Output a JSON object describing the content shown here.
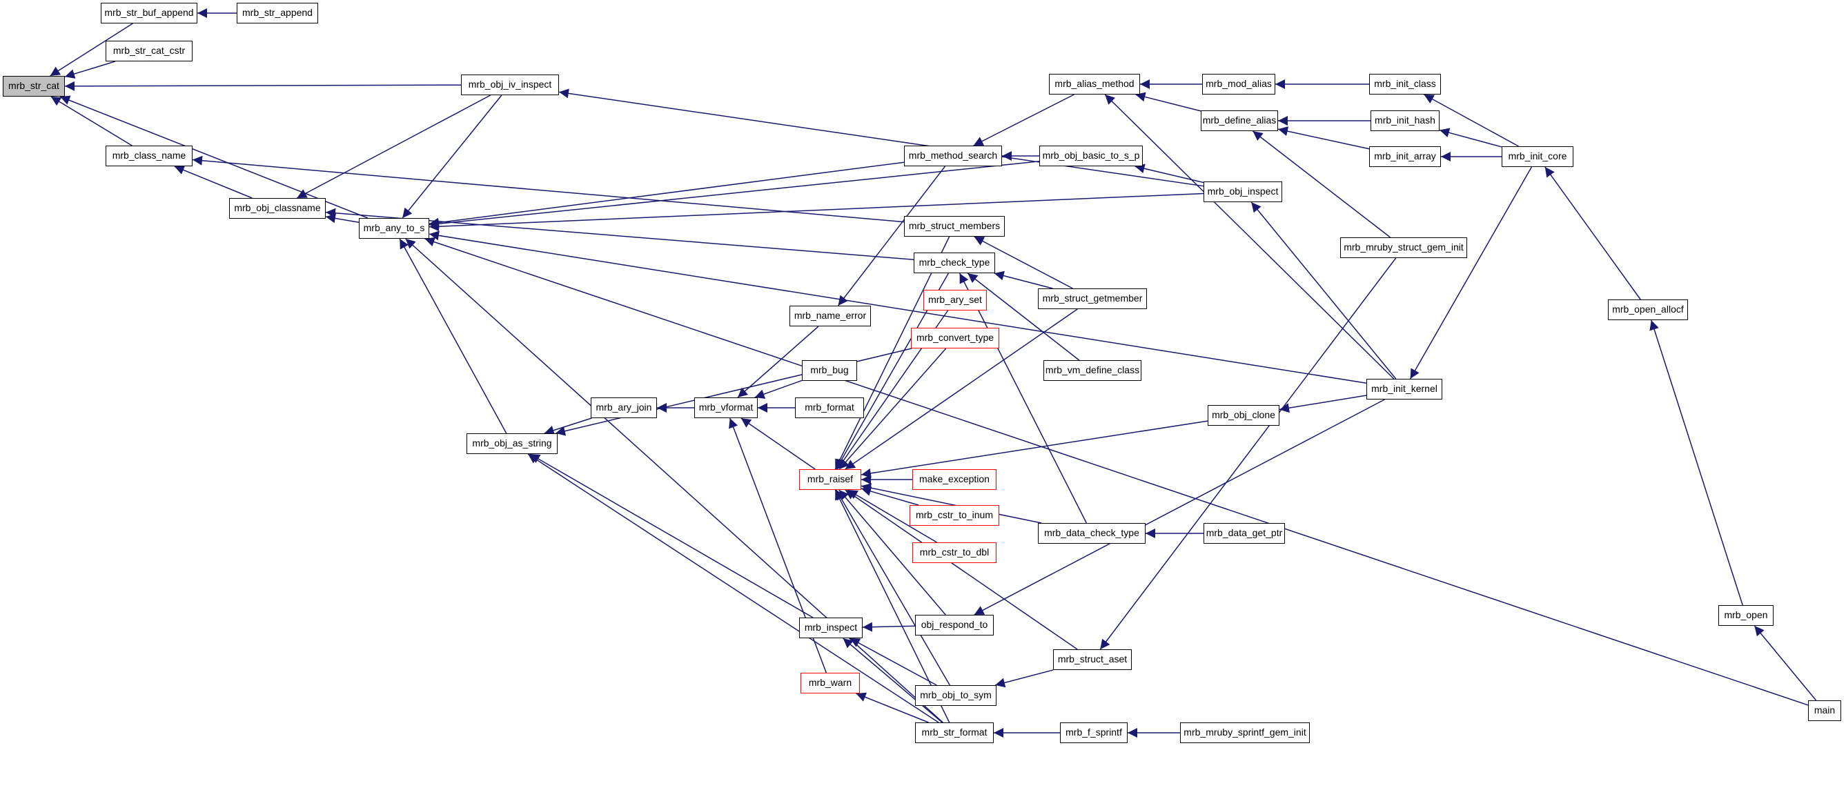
{
  "colors": {
    "edge": "#191970",
    "node_border": "#000000",
    "truncated_border": "#ff0000",
    "focus_fill": "#bfbfbf"
  },
  "nodes": {
    "mrb_str_cat": "mrb_str_cat",
    "mrb_str_buf_append": "mrb_str_buf_append",
    "mrb_str_append": "mrb_str_append",
    "mrb_str_cat_cstr": "mrb_str_cat_cstr",
    "mrb_class_name": "mrb_class_name",
    "mrb_obj_classname": "mrb_obj_classname",
    "mrb_any_to_s": "mrb_any_to_s",
    "mrb_obj_iv_inspect": "mrb_obj_iv_inspect",
    "mrb_obj_as_string": "mrb_obj_as_string",
    "mrb_ary_join": "mrb_ary_join",
    "mrb_vformat": "mrb_vformat",
    "mrb_bug": "mrb_bug",
    "mrb_format": "mrb_format",
    "mrb_raisef": "mrb_raisef",
    "mrb_name_error": "mrb_name_error",
    "mrb_inspect": "mrb_inspect",
    "mrb_warn": "mrb_warn",
    "mrb_method_search": "mrb_method_search",
    "mrb_struct_members": "mrb_struct_members",
    "mrb_check_type": "mrb_check_type",
    "mrb_ary_set": "mrb_ary_set",
    "mrb_convert_type": "mrb_convert_type",
    "make_exception": "make_exception",
    "mrb_cstr_to_inum": "mrb_cstr_to_inum",
    "mrb_cstr_to_dbl": "mrb_cstr_to_dbl",
    "obj_respond_to": "obj_respond_to",
    "mrb_obj_to_sym": "mrb_obj_to_sym",
    "mrb_str_format": "mrb_str_format",
    "mrb_obj_basic_to_s_p": "mrb_obj_basic_to_s_p",
    "mrb_alias_method": "mrb_alias_method",
    "mrb_struct_getmember": "mrb_struct_getmember",
    "mrb_vm_define_class": "mrb_vm_define_class",
    "mrb_data_check_type": "mrb_data_check_type",
    "mrb_struct_aset": "mrb_struct_aset",
    "mrb_f_sprintf": "mrb_f_sprintf",
    "mrb_mod_alias": "mrb_mod_alias",
    "mrb_define_alias": "mrb_define_alias",
    "mrb_obj_inspect": "mrb_obj_inspect",
    "mrb_obj_clone": "mrb_obj_clone",
    "mrb_data_get_ptr": "mrb_data_get_ptr",
    "mrb_mruby_sprintf_gem_init": "mrb_mruby_sprintf_gem_init",
    "mrb_init_class": "mrb_init_class",
    "mrb_init_hash": "mrb_init_hash",
    "mrb_init_array": "mrb_init_array",
    "mrb_mruby_struct_gem_init": "mrb_mruby_struct_gem_init",
    "mrb_init_kernel": "mrb_init_kernel",
    "mrb_init_core": "mrb_init_core",
    "mrb_open_allocf": "mrb_open_allocf",
    "mrb_open": "mrb_open",
    "main": "main"
  },
  "edges": [
    [
      "mrb_str_buf_append",
      "mrb_str_cat"
    ],
    [
      "mrb_str_append",
      "mrb_str_buf_append"
    ],
    [
      "mrb_str_cat_cstr",
      "mrb_str_cat"
    ],
    [
      "mrb_obj_iv_inspect",
      "mrb_str_cat"
    ],
    [
      "mrb_class_name",
      "mrb_str_cat"
    ],
    [
      "mrb_any_to_s",
      "mrb_str_cat"
    ],
    [
      "mrb_obj_classname",
      "mrb_class_name"
    ],
    [
      "mrb_struct_members",
      "mrb_class_name"
    ],
    [
      "mrb_any_to_s",
      "mrb_obj_classname"
    ],
    [
      "mrb_obj_iv_inspect",
      "mrb_obj_classname"
    ],
    [
      "mrb_check_type",
      "mrb_obj_classname"
    ],
    [
      "mrb_obj_iv_inspect",
      "mrb_any_to_s"
    ],
    [
      "mrb_obj_as_string",
      "mrb_any_to_s"
    ],
    [
      "mrb_method_search",
      "mrb_any_to_s"
    ],
    [
      "mrb_obj_basic_to_s_p",
      "mrb_any_to_s"
    ],
    [
      "mrb_obj_inspect",
      "mrb_any_to_s"
    ],
    [
      "mrb_str_format",
      "mrb_any_to_s"
    ],
    [
      "mrb_init_kernel",
      "mrb_any_to_s"
    ],
    [
      "main",
      "mrb_any_to_s"
    ],
    [
      "mrb_obj_inspect",
      "mrb_obj_iv_inspect"
    ],
    [
      "mrb_ary_join",
      "mrb_obj_as_string"
    ],
    [
      "mrb_convert_type",
      "mrb_obj_as_string"
    ],
    [
      "mrb_inspect",
      "mrb_obj_as_string"
    ],
    [
      "mrb_str_format",
      "mrb_obj_as_string"
    ],
    [
      "mrb_vformat",
      "mrb_ary_join"
    ],
    [
      "mrb_bug",
      "mrb_vformat"
    ],
    [
      "mrb_format",
      "mrb_vformat"
    ],
    [
      "mrb_name_error",
      "mrb_vformat"
    ],
    [
      "mrb_raisef",
      "mrb_vformat"
    ],
    [
      "mrb_warn",
      "mrb_vformat"
    ],
    [
      "mrb_method_search",
      "mrb_name_error"
    ],
    [
      "mrb_check_type",
      "mrb_raisef"
    ],
    [
      "mrb_struct_members",
      "mrb_raisef"
    ],
    [
      "mrb_ary_set",
      "mrb_raisef"
    ],
    [
      "mrb_convert_type",
      "mrb_raisef"
    ],
    [
      "mrb_struct_getmember",
      "mrb_raisef"
    ],
    [
      "mrb_obj_clone",
      "mrb_raisef"
    ],
    [
      "make_exception",
      "mrb_raisef"
    ],
    [
      "mrb_cstr_to_inum",
      "mrb_raisef"
    ],
    [
      "mrb_cstr_to_dbl",
      "mrb_raisef"
    ],
    [
      "mrb_data_check_type",
      "mrb_raisef"
    ],
    [
      "obj_respond_to",
      "mrb_raisef"
    ],
    [
      "mrb_struct_aset",
      "mrb_raisef"
    ],
    [
      "mrb_obj_to_sym",
      "mrb_raisef"
    ],
    [
      "mrb_str_format",
      "mrb_raisef"
    ],
    [
      "obj_respond_to",
      "mrb_inspect"
    ],
    [
      "mrb_obj_to_sym",
      "mrb_inspect"
    ],
    [
      "mrb_str_format",
      "mrb_inspect"
    ],
    [
      "mrb_str_format",
      "mrb_warn"
    ],
    [
      "mrb_obj_basic_to_s_p",
      "mrb_method_search"
    ],
    [
      "mrb_alias_method",
      "mrb_method_search"
    ],
    [
      "mrb_struct_getmember",
      "mrb_check_type"
    ],
    [
      "mrb_vm_define_class",
      "mrb_check_type"
    ],
    [
      "mrb_data_check_type",
      "mrb_check_type"
    ],
    [
      "mrb_struct_getmember",
      "mrb_struct_members"
    ],
    [
      "mrb_init_kernel",
      "obj_respond_to"
    ],
    [
      "mrb_struct_aset",
      "mrb_obj_to_sym"
    ],
    [
      "mrb_f_sprintf",
      "mrb_str_format"
    ],
    [
      "mrb_obj_inspect",
      "mrb_obj_basic_to_s_p"
    ],
    [
      "mrb_mod_alias",
      "mrb_alias_method"
    ],
    [
      "mrb_define_alias",
      "mrb_alias_method"
    ],
    [
      "mrb_init_kernel",
      "mrb_alias_method"
    ],
    [
      "mrb_data_get_ptr",
      "mrb_data_check_type"
    ],
    [
      "mrb_mruby_struct_gem_init",
      "mrb_struct_aset"
    ],
    [
      "mrb_mruby_sprintf_gem_init",
      "mrb_f_sprintf"
    ],
    [
      "mrb_init_class",
      "mrb_mod_alias"
    ],
    [
      "mrb_init_hash",
      "mrb_define_alias"
    ],
    [
      "mrb_init_array",
      "mrb_define_alias"
    ],
    [
      "mrb_mruby_struct_gem_init",
      "mrb_define_alias"
    ],
    [
      "mrb_init_kernel",
      "mrb_obj_inspect"
    ],
    [
      "mrb_init_kernel",
      "mrb_obj_clone"
    ],
    [
      "mrb_init_core",
      "mrb_init_class"
    ],
    [
      "mrb_init_core",
      "mrb_init_hash"
    ],
    [
      "mrb_init_core",
      "mrb_init_array"
    ],
    [
      "mrb_init_core",
      "mrb_init_kernel"
    ],
    [
      "mrb_open_allocf",
      "mrb_init_core"
    ],
    [
      "mrb_open",
      "mrb_open_allocf"
    ],
    [
      "main",
      "mrb_open"
    ]
  ]
}
